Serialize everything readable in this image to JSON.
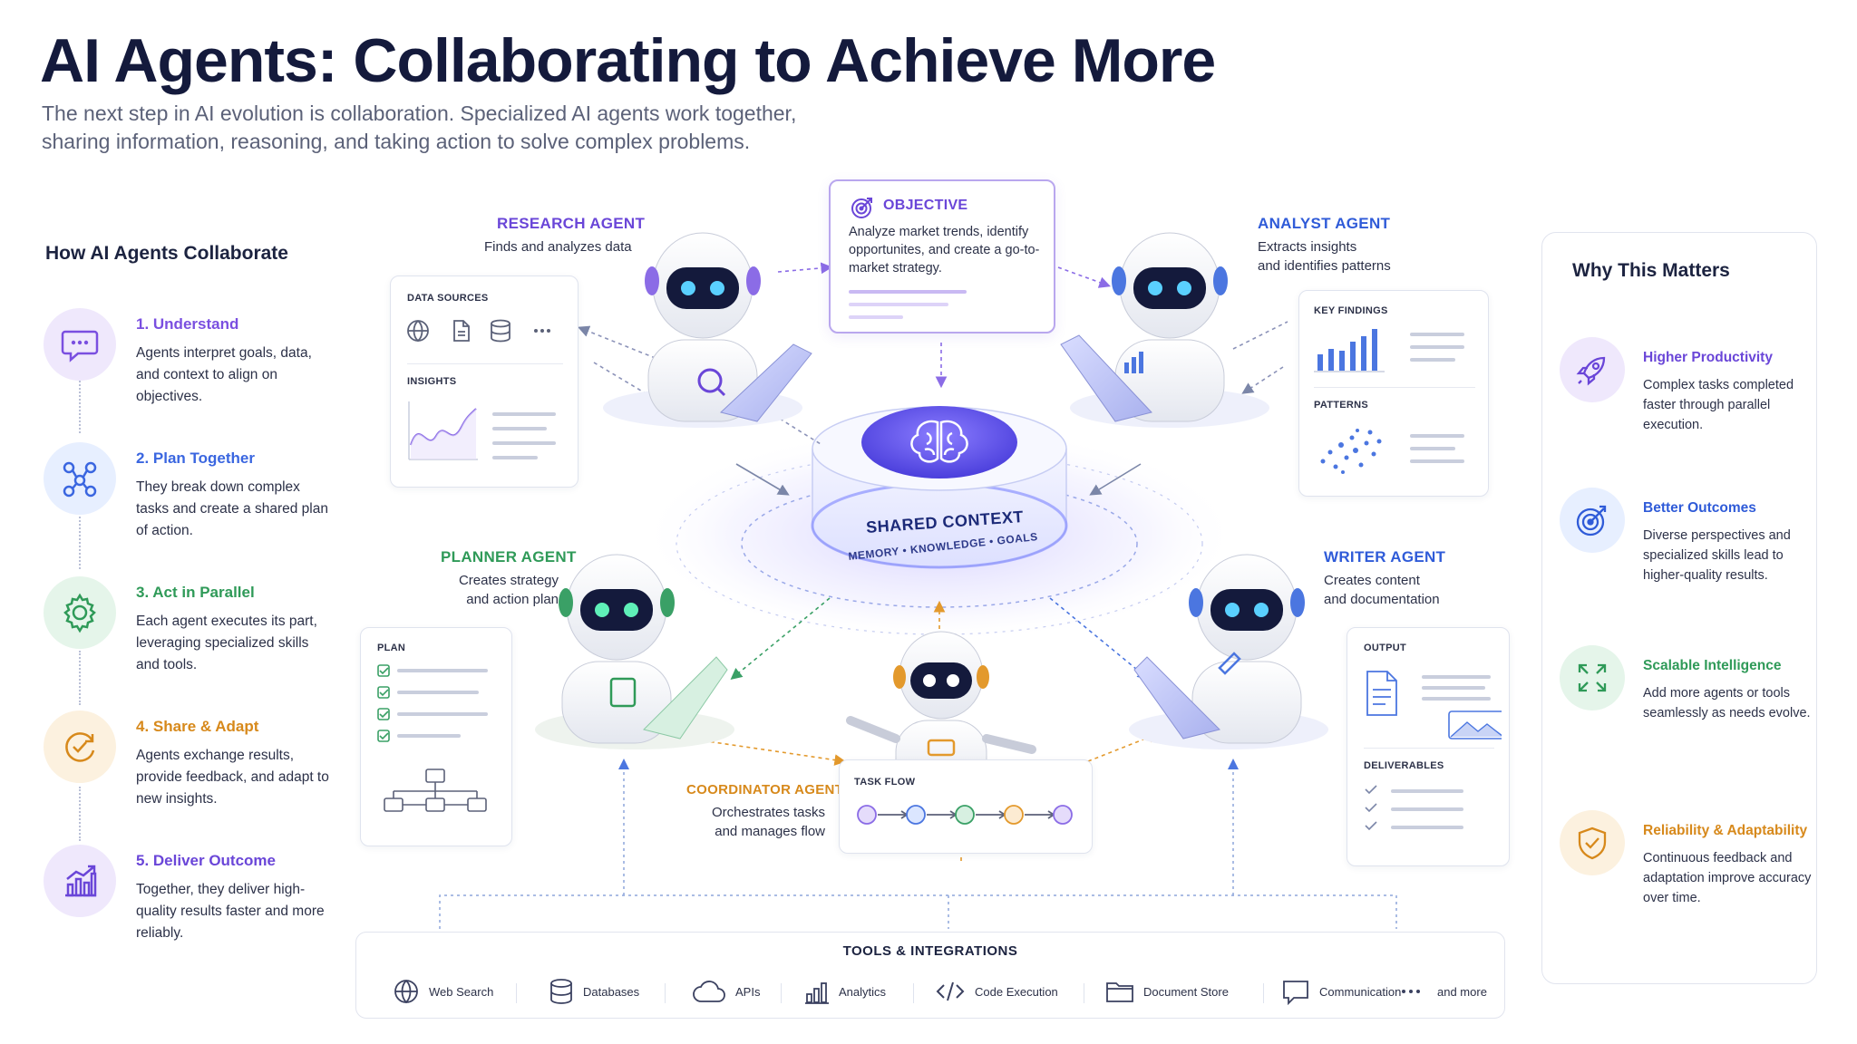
{
  "header": {
    "title": "AI Agents: Collaborating to Achieve More",
    "subtitle_line1": "The next step in AI evolution is collaboration. Specialized AI agents work together,",
    "subtitle_line2": "sharing information, reasoning, and taking action to solve complex problems."
  },
  "left": {
    "heading": "How AI Agents Collaborate",
    "steps": [
      {
        "title": "1. Understand",
        "desc": "Agents interpret goals, data, and context to align on objectives.",
        "color": "#7a4fe0",
        "icon": "chat-icon"
      },
      {
        "title": "2. Plan Together",
        "desc": "They break down complex tasks and create a shared plan of action.",
        "color": "#3a66e0",
        "icon": "network-icon"
      },
      {
        "title": "3. Act in Parallel",
        "desc": "Each agent executes its part, leveraging specialized skills and tools.",
        "color": "#2f9a58",
        "icon": "gear-icon"
      },
      {
        "title": "4. Share & Adapt",
        "desc": "Agents exchange results, provide feedback, and adapt to new insights.",
        "color": "#d7891b",
        "icon": "refresh-check-icon"
      },
      {
        "title": "5. Deliver Outcome",
        "desc": "Together, they deliver high-quality results faster and more reliably.",
        "color": "#6a46d8",
        "icon": "growth-chart-icon"
      }
    ]
  },
  "objective": {
    "title": "OBJECTIVE",
    "desc": "Analyze market trends, identify opportunites, and create a go-to-market strategy."
  },
  "center": {
    "title": "SHARED CONTEXT",
    "subtitle": "MEMORY • KNOWLEDGE • GOALS"
  },
  "agents": {
    "research": {
      "name": "RESEARCH AGENT",
      "desc": "Finds and analyzes data",
      "color": "#6a46d8"
    },
    "analyst": {
      "name": "ANALYST AGENT",
      "desc1": "Extracts insights",
      "desc2": "and identifies patterns",
      "color": "#2f5bd8"
    },
    "planner": {
      "name": "PLANNER AGENT",
      "desc1": "Creates strategy",
      "desc2": "and action plan",
      "color": "#2f9a58"
    },
    "writer": {
      "name": "WRITER AGENT",
      "desc1": "Creates content",
      "desc2": "and documentation",
      "color": "#2f5bd8"
    },
    "coordinator": {
      "name": "COORDINATOR AGENT",
      "desc1": "Orchestrates tasks",
      "desc2": "and manages flow",
      "color": "#d7891b"
    }
  },
  "panels": {
    "data_sources": "DATA SOURCES",
    "insights": "INSIGHTS",
    "key_findings": "KEY FINDINGS",
    "patterns": "PATTERNS",
    "plan": "PLAN",
    "output": "OUTPUT",
    "deliverables": "DELIVERABLES",
    "task_flow": "TASK FLOW"
  },
  "right": {
    "heading": "Why This Matters",
    "items": [
      {
        "title": "Higher Productivity",
        "desc": "Complex tasks completed faster through parallel execution.",
        "color": "#6a46d8",
        "icon": "rocket-icon"
      },
      {
        "title": "Better Outcomes",
        "desc": "Diverse perspectives and specialized skills lead to higher-quality results.",
        "color": "#2f5bd8",
        "icon": "target-icon"
      },
      {
        "title": "Scalable Intelligence",
        "desc": "Add more agents or tools seamlessly as needs evolve.",
        "color": "#2f9a58",
        "icon": "expand-icon"
      },
      {
        "title": "Reliability & Adaptability",
        "desc": "Continuous feedback and adaptation improve accuracy over time.",
        "color": "#d7891b",
        "icon": "shield-check-icon"
      }
    ]
  },
  "tools": {
    "heading": "TOOLS & INTEGRATIONS",
    "items": [
      {
        "label": "Web Search",
        "icon": "globe-icon"
      },
      {
        "label": "Databases",
        "icon": "database-icon"
      },
      {
        "label": "APIs",
        "icon": "cloud-icon"
      },
      {
        "label": "Analytics",
        "icon": "bar-chart-icon"
      },
      {
        "label": "Code Execution",
        "icon": "code-icon"
      },
      {
        "label": "Document Store",
        "icon": "folder-icon"
      },
      {
        "label": "Communication",
        "icon": "chat-bubble-icon"
      },
      {
        "label": "and more",
        "icon": "more-dots-icon"
      }
    ]
  }
}
